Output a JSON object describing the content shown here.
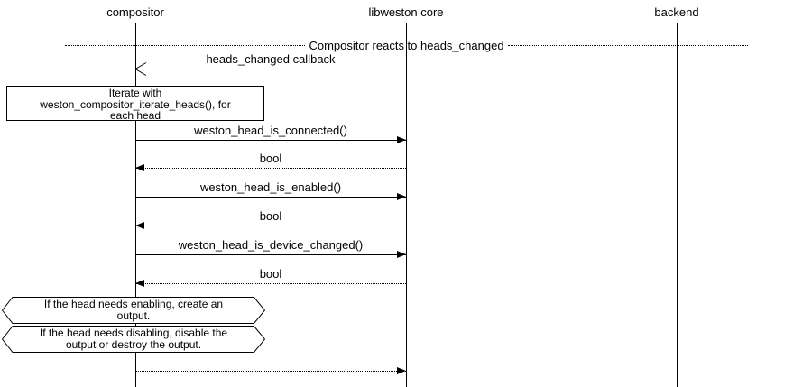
{
  "diagram": {
    "title": "Compositor reacts to heads_changed",
    "lifelines": [
      {
        "label": "compositor"
      },
      {
        "label": "libweston core"
      },
      {
        "label": "backend"
      }
    ],
    "messages": [
      {
        "label": "heads_changed callback"
      },
      {
        "label": "weston_head_is_connected()"
      },
      {
        "label": "bool"
      },
      {
        "label": "weston_head_is_enabled()"
      },
      {
        "label": "bool"
      },
      {
        "label": "weston_head_is_device_changed()"
      },
      {
        "label": "bool"
      },
      {
        "label": ""
      }
    ],
    "note": {
      "lines": [
        "Iterate with",
        "weston_compositor_iterate_heads(), for",
        "each head"
      ]
    },
    "conditions": [
      {
        "lines": [
          "If the head needs enabling, create an",
          "output."
        ]
      },
      {
        "lines": [
          "If the head needs disabling, disable the",
          "output or destroy the output."
        ]
      }
    ],
    "colors": {
      "line": "#000000",
      "background": "#ffffff"
    }
  }
}
